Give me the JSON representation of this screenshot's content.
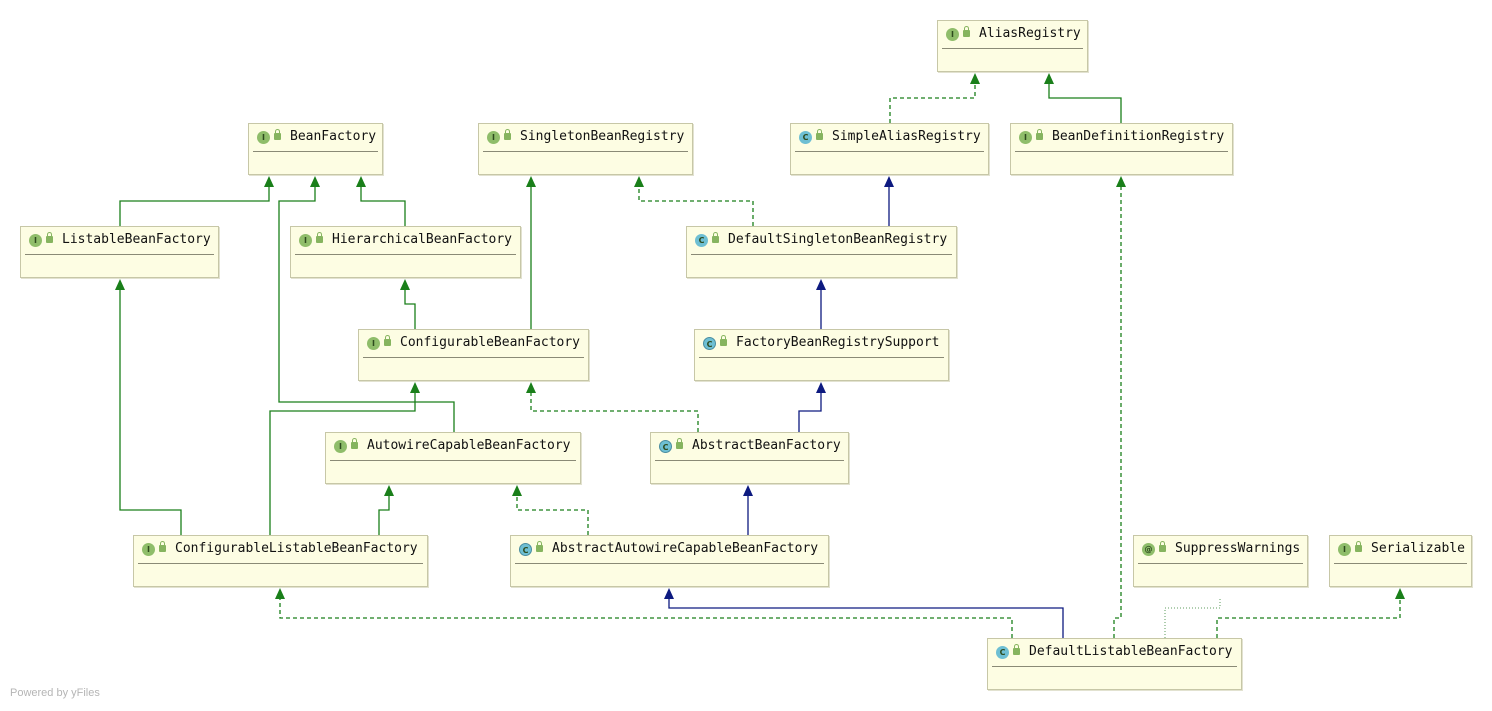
{
  "nodes": [
    {
      "id": "AliasRegistry",
      "kind": "interface",
      "badge": "I",
      "name": "AliasRegistry"
    },
    {
      "id": "BeanFactory",
      "kind": "interface",
      "badge": "I",
      "name": "BeanFactory"
    },
    {
      "id": "SingletonBeanRegistry",
      "kind": "interface",
      "badge": "I",
      "name": "SingletonBeanRegistry"
    },
    {
      "id": "SimpleAliasRegistry",
      "kind": "class",
      "badge": "C",
      "name": "SimpleAliasRegistry"
    },
    {
      "id": "BeanDefinitionRegistry",
      "kind": "interface",
      "badge": "I",
      "name": "BeanDefinitionRegistry"
    },
    {
      "id": "ListableBeanFactory",
      "kind": "interface",
      "badge": "I",
      "name": "ListableBeanFactory"
    },
    {
      "id": "HierarchicalBeanFactory",
      "kind": "interface",
      "badge": "I",
      "name": "HierarchicalBeanFactory"
    },
    {
      "id": "DefaultSingletonBeanRegistry",
      "kind": "class",
      "badge": "C",
      "name": "DefaultSingletonBeanRegistry"
    },
    {
      "id": "ConfigurableBeanFactory",
      "kind": "interface",
      "badge": "I",
      "name": "ConfigurableBeanFactory"
    },
    {
      "id": "FactoryBeanRegistrySupport",
      "kind": "abstract",
      "badge": "C",
      "name": "FactoryBeanRegistrySupport"
    },
    {
      "id": "AutowireCapableBeanFactory",
      "kind": "interface",
      "badge": "I",
      "name": "AutowireCapableBeanFactory"
    },
    {
      "id": "AbstractBeanFactory",
      "kind": "abstract",
      "badge": "C",
      "name": "AbstractBeanFactory"
    },
    {
      "id": "ConfigurableListableBeanFactory",
      "kind": "interface",
      "badge": "I",
      "name": "ConfigurableListableBeanFactory"
    },
    {
      "id": "AbstractAutowireCapableBeanFactory",
      "kind": "abstract",
      "badge": "C",
      "name": "AbstractAutowireCapableBeanFactory"
    },
    {
      "id": "SuppressWarnings",
      "kind": "annotation",
      "badge": "@",
      "name": "SuppressWarnings"
    },
    {
      "id": "Serializable",
      "kind": "interface",
      "badge": "I",
      "name": "Serializable"
    },
    {
      "id": "DefaultListableBeanFactory",
      "kind": "class",
      "badge": "C",
      "name": "DefaultListableBeanFactory"
    }
  ],
  "edge_colors": {
    "extends_interface": "#1a7f1a",
    "implements": "#1a7f1a",
    "extends_class": "#0d1a80",
    "annotated": "#7fb07f"
  },
  "footer": "Powered by yFiles"
}
